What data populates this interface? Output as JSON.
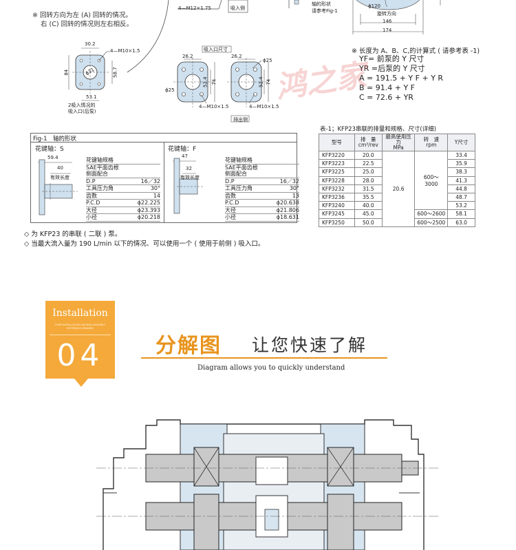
{
  "rotation_note": {
    "line1": "※ 回转方向为左 (A) 回转的情况。",
    "line2": "右 (C) 回转的情况则左右相反。"
  },
  "top_labels": {
    "m12": "4—M12×1.75",
    "suction_side_top": "吸入侧",
    "shaft_shape": "轴的形状",
    "see_fig": "请参考Fig-1",
    "dia120": "ϕ120",
    "rotation_dir": "旋转方向",
    "dim146": "146",
    "dim174": "174"
  },
  "rear_view": {
    "m10": "4—M10×1.5",
    "dim302": "30.2",
    "dim84": "84",
    "dim587": "58.7",
    "dia31": "ϕ31",
    "dim531": "53.1",
    "caption1": "2吸入情况的",
    "caption2": "吸入口(后泵)"
  },
  "flange_views": {
    "suction_size": "吸入口尺寸",
    "dim262a": "26.2",
    "dim262b": "26.2",
    "dia25a": "ϕ25",
    "dia25b": "ϕ25",
    "dim524a": "52.4",
    "dim74a": "74",
    "dim524b": "52.4",
    "dim74b": "74",
    "m10a": "4—M10×1.5",
    "m10b": "4—M10×1.5",
    "discharge": "排出侧"
  },
  "length_note": {
    "line1": "※ 长度为 A、B、C,的计算式 ( 请参考表 -1)",
    "line2": "YF= 前泵的 Y 尺寸",
    "line3": "YR =后泵的 Y 尺寸",
    "line4": "A = 191.5 + Y F + Y R",
    "line5": "B = 91.4 + Y F",
    "line6": "C = 72.6 + YR"
  },
  "fig1": {
    "title": "Fig-1　轴的形状",
    "shaft_s": {
      "head": "花键轴：S",
      "dim594": "59.4",
      "dim40": "40",
      "effective": "有效长度",
      "spec_title": "花键轴规格",
      "rows": [
        [
          "SAE平面齿根",
          ""
        ],
        [
          "侧面配合",
          ""
        ],
        [
          "D.P",
          "16／32"
        ],
        [
          "工具压力角",
          "30°"
        ],
        [
          "齿数",
          "14"
        ],
        [
          "P.C.D",
          "ϕ22.225"
        ],
        [
          "大径",
          "ϕ23.393"
        ],
        [
          "小径",
          "ϕ20.218"
        ]
      ]
    },
    "shaft_f": {
      "head": "花键轴：F",
      "dim47": "47",
      "dim32": "32",
      "effective": "有效长度",
      "spec_title": "花键轴规格",
      "rows": [
        [
          "SAE平面齿根",
          ""
        ],
        [
          "侧面配合",
          ""
        ],
        [
          "D.P",
          "16／32"
        ],
        [
          "工具压力角",
          "30°"
        ],
        [
          "齿数",
          "13"
        ],
        [
          "P.C.D",
          "ϕ20.638"
        ],
        [
          "大径",
          "ϕ21.806"
        ],
        [
          "小径",
          "ϕ18.631"
        ]
      ]
    }
  },
  "footnotes": {
    "line1": "◇ 为 KFP23 的串联 ( 二联 ) 泵。",
    "line2": "◇ 当最大流入量为 190 L/min 以下的情况、可以使用一个 ( 使用于前侧 ) 吸入口。"
  },
  "table": {
    "caption": "表-1；KFP23串联的排量和规格、尺寸(详细)",
    "headers": {
      "model": "型号",
      "disp_top": "排　量",
      "disp_unit": "cm³/rev",
      "press_top": "最高使用压力",
      "press_unit": "MPa",
      "speed_top": "转　速",
      "speed_unit": "rpm",
      "y": "Y尺寸"
    },
    "pressure_value": "20.6",
    "speed_main": "600～\n3000",
    "rows": [
      {
        "model": "KFP3220",
        "disp": "20.0",
        "y": "33.4"
      },
      {
        "model": "KFP3223",
        "disp": "22.5",
        "y": "35.9"
      },
      {
        "model": "KFP3225",
        "disp": "25.0",
        "y": "38.3"
      },
      {
        "model": "KFP3228",
        "disp": "28.0",
        "y": "41.3"
      },
      {
        "model": "KFP3232",
        "disp": "31.5",
        "y": "44.8"
      },
      {
        "model": "KFP3236",
        "disp": "35.5",
        "y": "48.7"
      },
      {
        "model": "KFP3240",
        "disp": "40.0",
        "y": "53.2"
      },
      {
        "model": "KFP3245",
        "disp": "45.0",
        "speed": "600～2600",
        "y": "58.1"
      },
      {
        "model": "KFP3250",
        "disp": "50.0",
        "speed": "600～2500",
        "y": "63.0"
      }
    ]
  },
  "installation": {
    "badge_title": "Installation",
    "badge_sub": "PUMP INSTALLATION DIAGRAM ASSEMBLY REFERENCE DRAWING",
    "badge_number": "04",
    "title_orange": "分解图",
    "title_dark": "让您快速了解",
    "subtitle": "Diagram allows you to quickly understand"
  },
  "watermark": "鸿之家",
  "colors": {
    "accent_orange": "#f4a93a",
    "title_orange": "#e8941e",
    "drawing_blue": "#cfe0ee",
    "drawing_grey": "#c8c8c8"
  }
}
